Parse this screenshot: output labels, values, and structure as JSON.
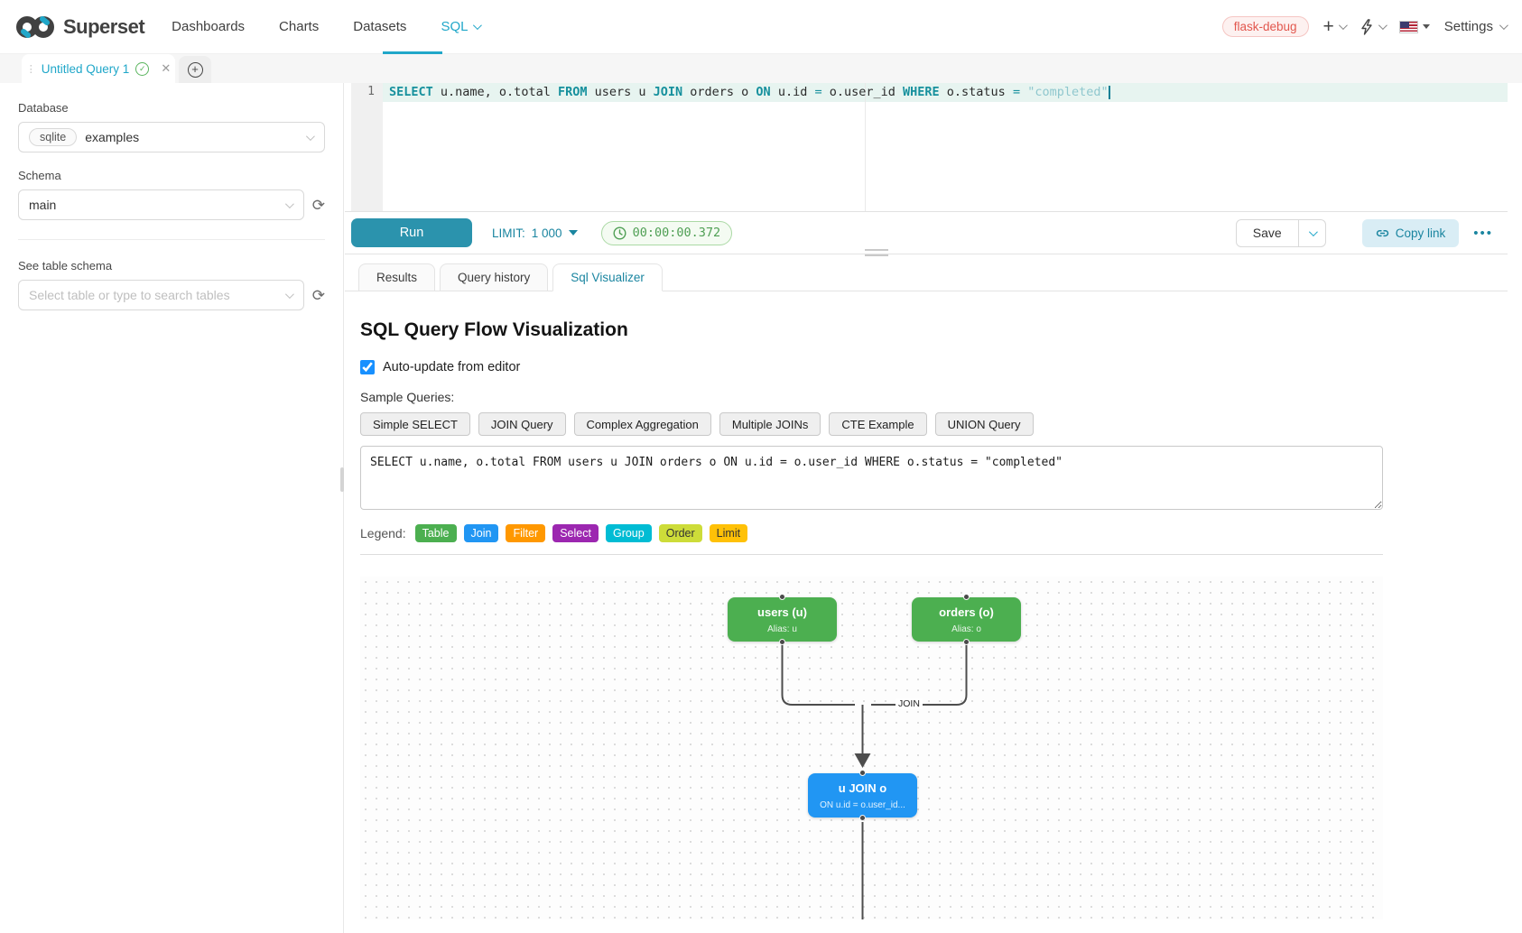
{
  "colors": {
    "accent_teal": "#20a7c9",
    "run_button": "#2b93ad",
    "timer_green": "#4f9f54",
    "env_badge_red": "#e2574e",
    "editor_keyword": "#16909d",
    "editor_string": "#8fc7ce"
  },
  "navbar": {
    "brand": "Superset",
    "items": [
      {
        "label": "Dashboards"
      },
      {
        "label": "Charts"
      },
      {
        "label": "Datasets"
      },
      {
        "label": "SQL",
        "active": true
      }
    ],
    "env_badge": "flask-debug",
    "settings_label": "Settings"
  },
  "query_tabs": {
    "active_tab": "Untitled Query 1",
    "close_glyph": "✕",
    "check_glyph": "✓",
    "new_tab_glyph": "+"
  },
  "sidebar": {
    "database_label": "Database",
    "database_engine": "sqlite",
    "database_name": "examples",
    "schema_label": "Schema",
    "schema_value": "main",
    "table_label": "See table schema",
    "table_placeholder": "Select table or type to search tables",
    "refresh_glyph": "⟳"
  },
  "editor": {
    "line_number": "1",
    "tokens": [
      {
        "t": "SELECT"
      },
      {
        "t": " u.name, o.total "
      },
      {
        "t": "FROM"
      },
      {
        "t": " users u "
      },
      {
        "t": "JOIN"
      },
      {
        "t": " orders o "
      },
      {
        "t": "ON"
      },
      {
        "t": " u.id "
      },
      {
        "t": "="
      },
      {
        "t": " o.user_id "
      },
      {
        "t": "WHERE"
      },
      {
        "t": " o.status "
      },
      {
        "t": "="
      },
      {
        "t": " "
      },
      {
        "t": "\"completed\""
      }
    ]
  },
  "toolbar": {
    "run_label": "Run",
    "limit_label": "LIMIT:",
    "limit_value": "1 000",
    "timer": "00:00:00.372",
    "save_label": "Save",
    "copy_link_label": "Copy link",
    "more_label": "•••"
  },
  "south_tabs": [
    {
      "label": "Results"
    },
    {
      "label": "Query history"
    },
    {
      "label": "Sql Visualizer",
      "active": true
    }
  ],
  "visualizer": {
    "title": "SQL Query Flow Visualization",
    "auto_update_label": "Auto-update from editor",
    "auto_update_checked": "checked",
    "sample_queries_label": "Sample Queries:",
    "sample_buttons": [
      "Simple SELECT",
      "JOIN Query",
      "Complex Aggregation",
      "Multiple JOINs",
      "CTE Example",
      "UNION Query"
    ],
    "sql_text": "SELECT u.name, o.total FROM users u JOIN orders o ON u.id = o.user_id WHERE o.status = \"completed\"",
    "legend_label": "Legend:",
    "legend": [
      {
        "label": "Table",
        "color": "#4caf50",
        "text": "light"
      },
      {
        "label": "Join",
        "color": "#2196f3",
        "text": "light"
      },
      {
        "label": "Filter",
        "color": "#ff9800",
        "text": "light"
      },
      {
        "label": "Select",
        "color": "#9c27b0",
        "text": "light"
      },
      {
        "label": "Group",
        "color": "#00bcd4",
        "text": "light"
      },
      {
        "label": "Order",
        "color": "#cddc39",
        "text": "dark"
      },
      {
        "label": "Limit",
        "color": "#ffc107",
        "text": "dark"
      }
    ],
    "diagram": {
      "nodes": [
        {
          "id": "users",
          "title": "users (u)",
          "subtitle": "Alias: u",
          "color": "#4caf50",
          "border": "#388e3c"
        },
        {
          "id": "orders",
          "title": "orders (o)",
          "subtitle": "Alias: o",
          "color": "#4caf50",
          "border": "#388e3c"
        },
        {
          "id": "join",
          "title": "u JOIN o",
          "subtitle": "ON u.id = o.user_id...",
          "color": "#2196f3",
          "border": "#1565c0"
        }
      ],
      "edge_label": "JOIN"
    }
  }
}
